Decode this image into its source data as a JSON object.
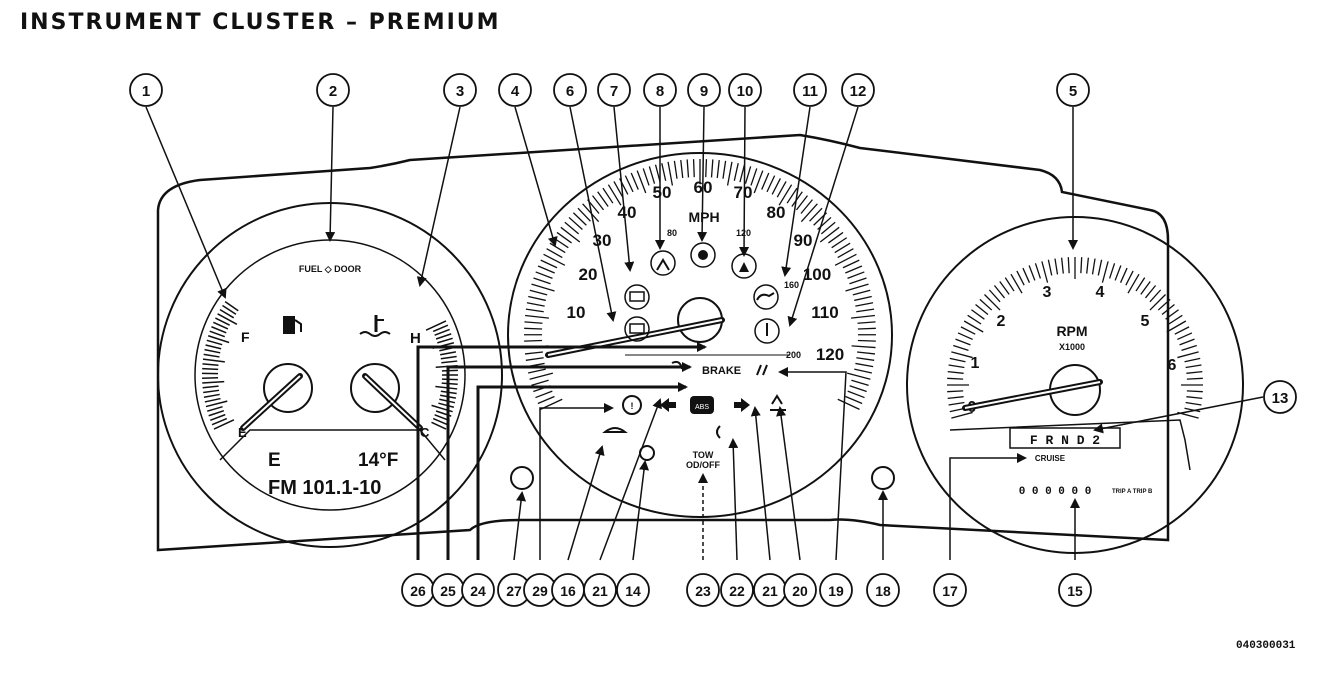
{
  "title": "INSTRUMENT CLUSTER – PREMIUM",
  "figure_code": "040300031",
  "callouts_top": [
    "1",
    "2",
    "3",
    "4",
    "6",
    "7",
    "8",
    "9",
    "10",
    "11",
    "12",
    "5"
  ],
  "callouts_right": [
    "13"
  ],
  "callouts_bottom": [
    "26",
    "25",
    "24",
    "27",
    "29",
    "16",
    "21",
    "14",
    "23",
    "22",
    "21",
    "20",
    "19",
    "18",
    "17",
    "15"
  ],
  "left_gauge": {
    "fuel_label": "FUEL ◇ DOOR",
    "f_mark": "F",
    "e_mark": "E",
    "h_mark": "H",
    "c_mark": "C",
    "display_left": "E",
    "display_temp": "14°F",
    "display_radio": "FM 101.1-10"
  },
  "speedometer": {
    "numbers": [
      "10",
      "20",
      "30",
      "40",
      "50",
      "60",
      "70",
      "80",
      "90",
      "100",
      "110",
      "120"
    ],
    "unit": "MPH",
    "km_200": "200",
    "km_160": "160",
    "km_80": "80",
    "km_120": "120",
    "brake_label": "BRAKE",
    "tow_label": "TOW\nOD/\nOFF"
  },
  "tachometer": {
    "numbers": [
      "0",
      "1",
      "2",
      "3",
      "4",
      "5",
      "6"
    ],
    "unit": "RPM",
    "unit_sub": "X1000",
    "odometer": "F R N D 2",
    "cruise_label": "CRUISE",
    "odometer_digits": "0 0 0 0 0 0",
    "trip_label": "TRIP A TRIP B"
  },
  "icons": [
    "fuel-pump-icon",
    "coolant-temp-icon",
    "airbag-icon",
    "seatbelt-icon",
    "abs-icon",
    "oil-pressure-icon",
    "check-engine-icon",
    "battery-icon",
    "turn-signal-left-icon",
    "turn-signal-right-icon",
    "high-beam-icon",
    "fog-light-icon",
    "door-ajar-icon",
    "security-icon",
    "tire-pressure-icon",
    "traction-control-icon"
  ]
}
